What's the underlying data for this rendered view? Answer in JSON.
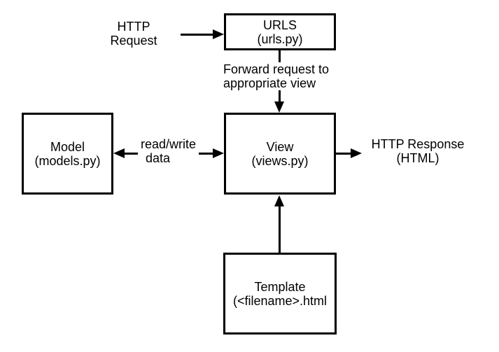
{
  "colors": {
    "line": "#000000",
    "background": "#ffffff",
    "box_fill": "#ffffff",
    "text": "#000000"
  },
  "nodes": {
    "urls": {
      "title": "URLS",
      "subtitle": "(urls.py)"
    },
    "model": {
      "title": "Model",
      "subtitle": "(models.py)"
    },
    "view": {
      "title": "View",
      "subtitle": "(views.py)"
    },
    "template": {
      "title": "Template",
      "subtitle": "(<filename>.html"
    }
  },
  "labels": {
    "http_request": {
      "line1": "HTTP",
      "line2": "Request"
    },
    "forward": {
      "line1": "Forward request to",
      "line2": "appropriate view"
    },
    "read_write": {
      "line1": "read/write",
      "line2": "data"
    },
    "http_response": {
      "line1": "HTTP Response",
      "line2": "(HTML)"
    }
  },
  "edges": [
    {
      "from": "http_request_label",
      "to": "urls",
      "direction": "right"
    },
    {
      "from": "urls",
      "to": "view",
      "direction": "down",
      "label": "Forward request to appropriate view"
    },
    {
      "from": "model",
      "to": "view",
      "direction": "both",
      "label": "read/write data"
    },
    {
      "from": "view",
      "to": "http_response_label",
      "direction": "right"
    },
    {
      "from": "template",
      "to": "view",
      "direction": "up"
    }
  ]
}
